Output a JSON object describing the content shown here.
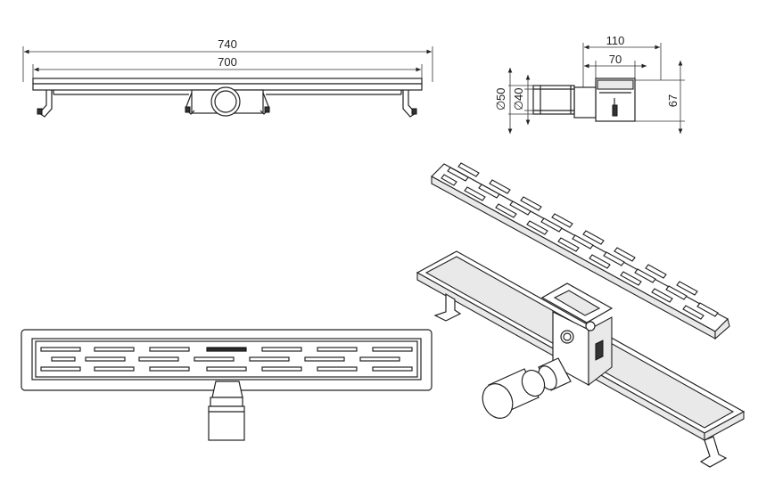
{
  "dimensions": {
    "front_overall": "740",
    "front_inner": "700",
    "side_overall": "110",
    "side_inner": "70",
    "height": "67",
    "outlet_outer": "50",
    "outlet_inner": "40",
    "diameter_symbol": "∅"
  }
}
